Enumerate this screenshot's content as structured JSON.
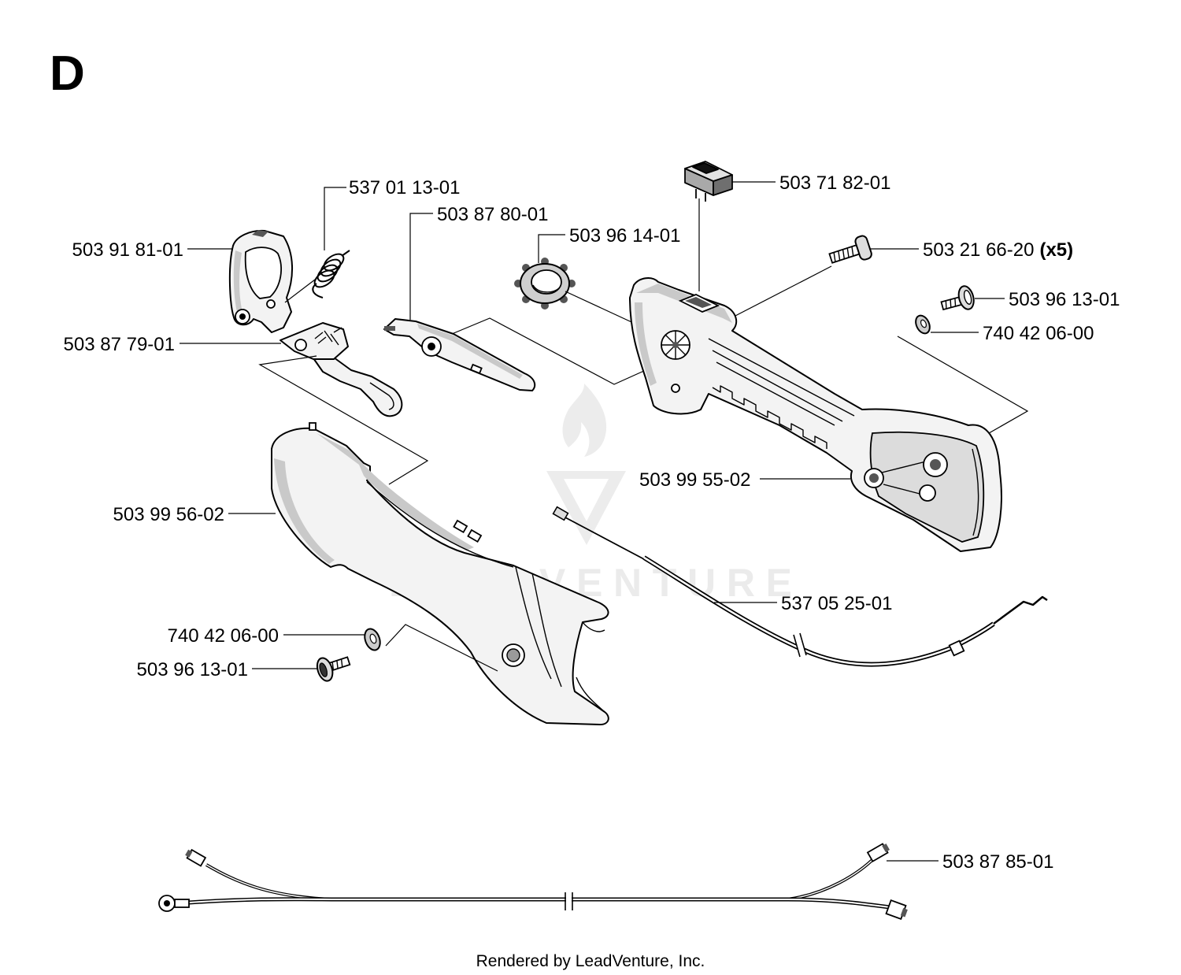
{
  "section_letter": "D",
  "labels": [
    {
      "number": "537 01 13-01"
    },
    {
      "number": "503 87 80-01"
    },
    {
      "number": "503 96 14-01"
    },
    {
      "number": "503 71 82-01"
    },
    {
      "number": "503 21 66-20",
      "qty": "(x5)"
    },
    {
      "number": "503 96 13-01"
    },
    {
      "number": "740 42 06-00"
    },
    {
      "number": "503 91 81-01"
    },
    {
      "number": "503 87 79-01"
    },
    {
      "number": "503 99 55-02"
    },
    {
      "number": "503 99 56-02"
    },
    {
      "number": "537 05 25-01"
    },
    {
      "number": "740 42 06-00"
    },
    {
      "number": "503 96 13-01"
    },
    {
      "number": "503 87 85-01"
    }
  ],
  "watermark": "LEADVENTURE",
  "footer": "Rendered by LeadVenture, Inc.",
  "colors": {
    "background": "#ffffff",
    "line": "#000000",
    "watermark": "#ebebeb"
  }
}
